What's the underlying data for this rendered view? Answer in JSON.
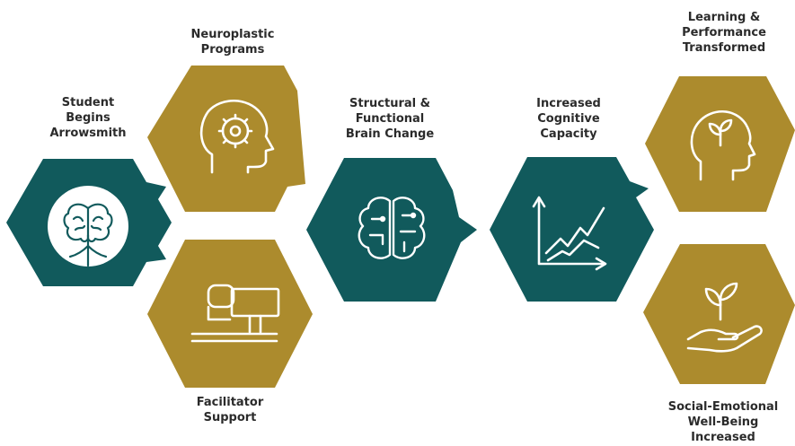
{
  "colors": {
    "teal": "#115a5c",
    "gold": "#ac8b2d",
    "ink": "#2b2b2b",
    "line": "#ffffff"
  },
  "nodes": {
    "student": {
      "lines": [
        "Student",
        "Begins",
        "Arrowsmith"
      ],
      "icon": "brain-tree-icon"
    },
    "programs": {
      "lines": [
        "Neuroplastic",
        "Programs"
      ],
      "icon": "head-gear-icon"
    },
    "facilitator": {
      "lines": [
        "Facilitator",
        "Support"
      ],
      "icon": "desk-computer-icon"
    },
    "brain_change": {
      "lines": [
        "Structural &",
        "Functional",
        "Brain Change"
      ],
      "icon": "circuit-brain-icon"
    },
    "capacity": {
      "lines": [
        "Increased",
        "Cognitive",
        "Capacity"
      ],
      "icon": "rising-graph-icon"
    },
    "learning": {
      "lines": [
        "Learning &",
        "Performance",
        "Transformed"
      ],
      "icon": "head-sprout-icon"
    },
    "wellbeing": {
      "lines": [
        "Social-Emotional",
        "Well-Being",
        "Increased"
      ],
      "icon": "hand-plant-icon"
    }
  }
}
